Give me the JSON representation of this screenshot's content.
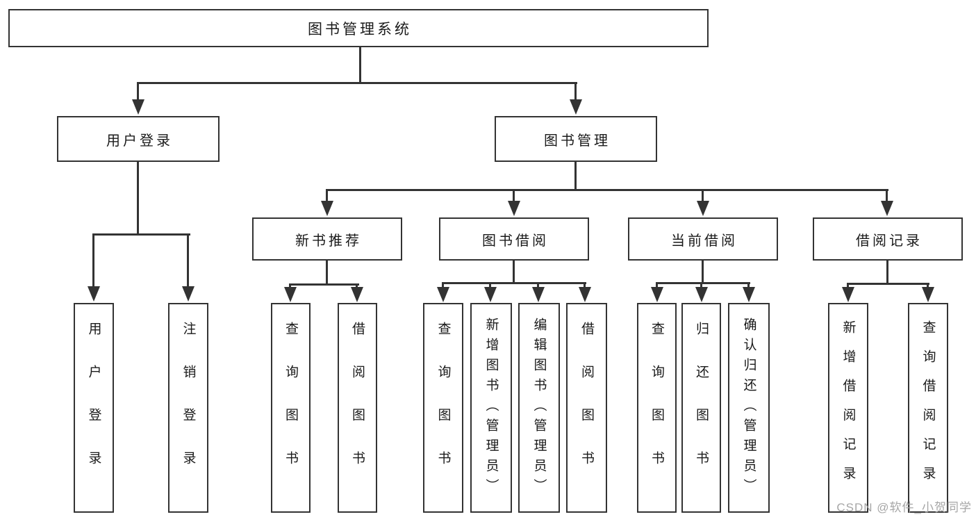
{
  "diagram": {
    "type": "hierarchy-tree",
    "orientation": "top-down"
  },
  "tree": {
    "root": {
      "label": "图书管理系统",
      "children": [
        {
          "label": "用户登录",
          "children": [
            {
              "label": "用户登录"
            },
            {
              "label": "注销登录"
            }
          ]
        },
        {
          "label": "图书管理",
          "children": [
            {
              "label": "新书推荐",
              "children": [
                {
                  "label": "查询图书"
                },
                {
                  "label": "借阅图书"
                }
              ]
            },
            {
              "label": "图书借阅",
              "children": [
                {
                  "label": "查询图书"
                },
                {
                  "label": "新增图书（管理员）"
                },
                {
                  "label": "编辑图书（管理员）"
                },
                {
                  "label": "借阅图书"
                }
              ]
            },
            {
              "label": "当前借阅",
              "children": [
                {
                  "label": "查询图书"
                },
                {
                  "label": "归还图书"
                },
                {
                  "label": "确认归还（管理员）"
                }
              ]
            },
            {
              "label": "借阅记录",
              "children": [
                {
                  "label": "新增借阅记录"
                },
                {
                  "label": "查询借阅记录"
                }
              ]
            }
          ]
        }
      ]
    }
  },
  "watermark": {
    "text": "CSDN @软件_小贺同学"
  },
  "colors": {
    "line": "#333333",
    "text": "#1a1a1a",
    "box_background": "#ffffff",
    "page_background": "#ffffff",
    "watermark": "#a6a6a6"
  }
}
